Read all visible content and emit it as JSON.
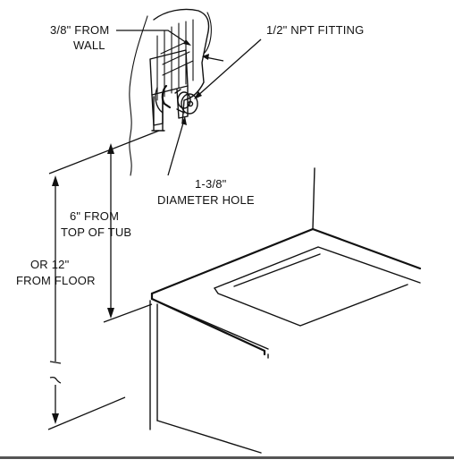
{
  "labels": {
    "from_wall_line1": "3/8\" FROM",
    "from_wall_line2": "WALL",
    "npt_fitting": "1/2\" NPT FITTING",
    "hole_line1": "1-3/8\"",
    "hole_line2": "DIAMETER HOLE",
    "top_of_tub_line1": "6\" FROM",
    "top_of_tub_line2": "TOP OF TUB",
    "floor_line1": "OR 12\"",
    "floor_line2": "FROM FLOOR"
  },
  "icons": {
    "fitting": "pipe-fitting-icon",
    "bracket": "wall-bracket-icon"
  }
}
